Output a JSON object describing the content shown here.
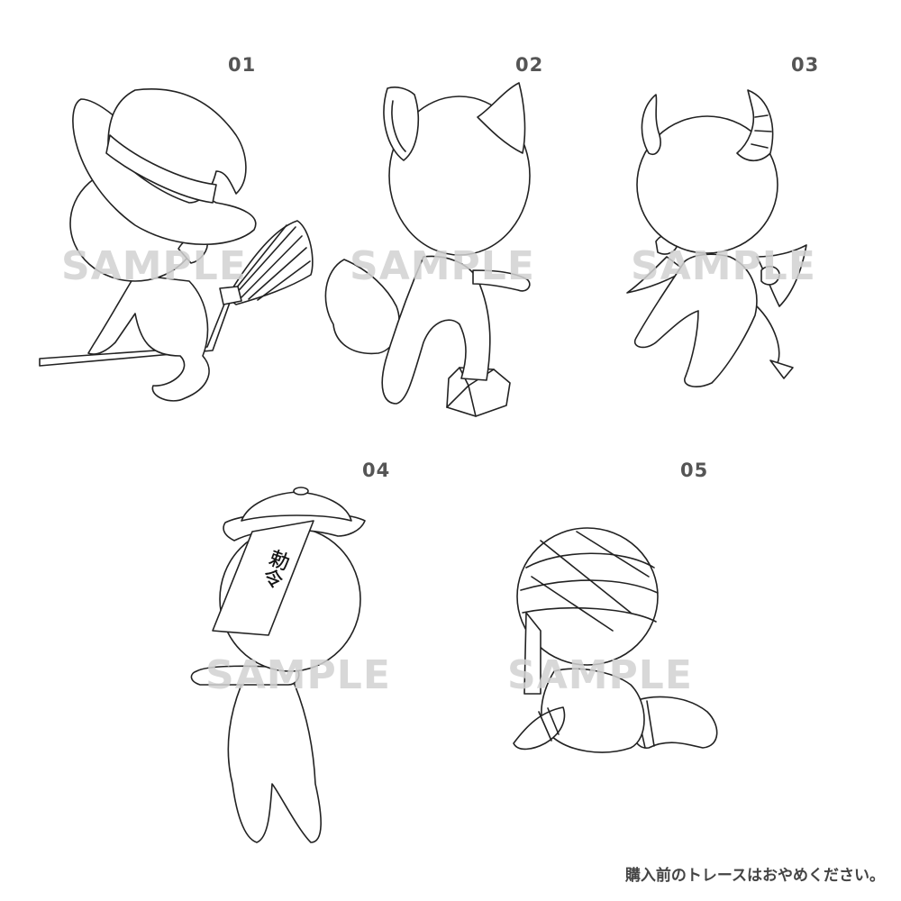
{
  "figures": [
    {
      "number": "01",
      "watermark": "SAMPLE"
    },
    {
      "number": "02",
      "watermark": "SAMPLE"
    },
    {
      "number": "03",
      "watermark": "SAMPLE"
    },
    {
      "number": "04",
      "watermark": "SAMPLE"
    },
    {
      "number": "05",
      "watermark": "SAMPLE"
    }
  ],
  "talisman_text": "勅令",
  "notice": "購入前のトレースはおやめください。"
}
